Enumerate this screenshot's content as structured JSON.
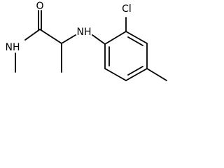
{
  "molecule": {
    "atoms": {
      "oxygen": "O",
      "amide_nh": "NH",
      "amine_nh": "NH",
      "chlorine": "Cl"
    },
    "colors": {
      "bond": "#000000",
      "label": "#000000",
      "background": "#ffffff"
    }
  }
}
